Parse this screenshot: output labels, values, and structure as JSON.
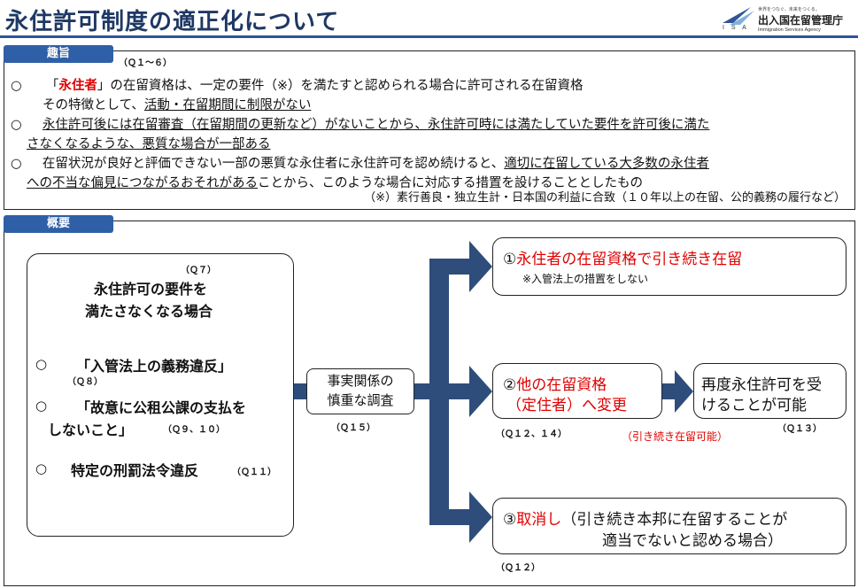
{
  "header": {
    "title": "永住許可制度の適正化について",
    "logo": {
      "tagline": "世界をつなぐ、未来をつくる。",
      "agency_name": "出入国在留管理庁",
      "agency_name_en": "Immigration Services Agency",
      "mark": "I S A"
    }
  },
  "gist": {
    "tab_label": "趣旨",
    "qref": "（Ｑ１～６）",
    "line1_bullet": "○",
    "line1_pre": "「",
    "line1_red": "永住者",
    "line1_post": "」の在留資格は、一定の要件（※）を満たすと認められる場合に許可される在留資格",
    "line2_pre": "その特徴として、",
    "line2_underline": "活動・在留期間に制限がない",
    "line3_bullet": "○",
    "line3_underline": "永住許可後には在留審査（在留期間の更新など）がないことから、永住許可時には満たしていた要件を許可後に満た",
    "line4_underline": "さなくなるような、悪質な場合が一部ある",
    "line5_bullet": "○",
    "line5_pre": "在留状況が良好と評価できない一部の悪質な永住者に永住許可を認め続けると、",
    "line5_underline": "適切に在留している大多数の永住者",
    "line6_underline": "への不当な偏見につながるおそれがある",
    "line6_post": "ことから、このような場合に対応する措置を設けることとしたもの",
    "note": "（※）素行善良・独立生計・日本国の利益に合致（１０年以上の在留、公的義務の履行など）"
  },
  "overview": {
    "tab_label": "概要",
    "conditions": {
      "qref_title": "（Ｑ７）",
      "title_line1": "永住許可の要件を",
      "title_line2": "満たさなくなる場合",
      "item1_bullet": "○",
      "item1": "「入管法上の義務違反」",
      "item1_q": "（Ｑ８）",
      "item2_bullet": "○",
      "item2_line1": "「故意に公租公課の支払を",
      "item2_line2": "しないこと」",
      "item2_q": "（Ｑ９、１０）",
      "item3_bullet": "○",
      "item3": "特定の刑罰法令違反",
      "item3_q": "（Ｑ１１）"
    },
    "investigation": {
      "line1": "事実関係の",
      "line2": "慎重な調査",
      "qref": "（Ｑ１５）"
    },
    "option1": {
      "num": "①",
      "label": "永住者の在留資格で引き続き在留",
      "sub": "※入管法上の措置をしない"
    },
    "option2": {
      "num": "②",
      "line1": "他の在留資格",
      "line2": "（定住者）へ変更",
      "qref": "（Ｑ１２、１４）",
      "note": "（引き続き在留可能）"
    },
    "reapply": {
      "line1": "再度永住許可を受",
      "line2": "けることが可能",
      "qref": "（Ｑ１３）"
    },
    "option3": {
      "num": "③",
      "red": "取消し",
      "line1_rest": "（引き続き本邦に在留することが",
      "line2": "適当でないと認める場合）",
      "qref": "（Ｑ１２）"
    }
  },
  "colors": {
    "title": "#1f3864",
    "tab": "#2f5fa6",
    "arrow": "#2e4d7b",
    "accent_red": "#e00000"
  }
}
